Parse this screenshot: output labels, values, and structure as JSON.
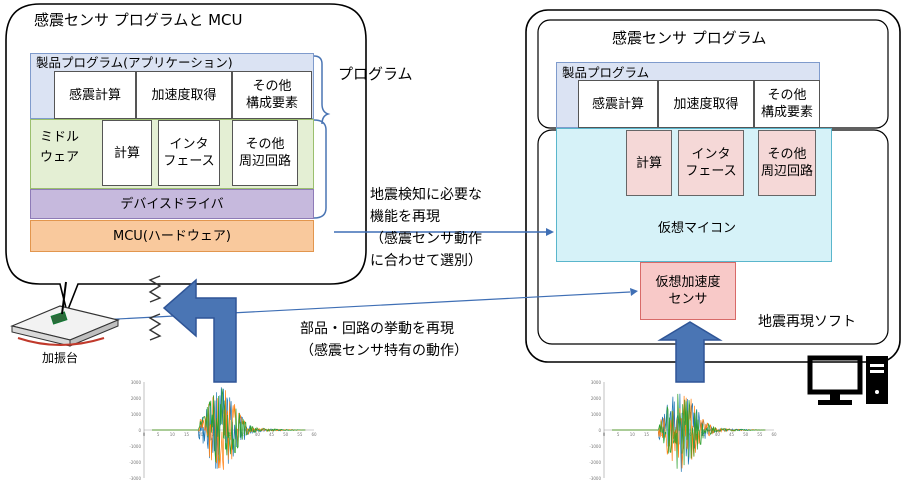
{
  "left_panel": {
    "title": "感震センサ プログラムと MCU",
    "app_layer": "製品プログラム(アプリケーション)",
    "app_items": [
      "感震計算",
      "加速度取得",
      "その他\n構成要素"
    ],
    "middleware_label": "ミドル\nウェア",
    "middle_items": [
      "計算",
      "インタ\nフェース",
      "その他\n周辺回路"
    ],
    "driver_layer": "デバイスドライバ",
    "mcu_layer": "MCU(ハードウェア)",
    "program_label": "プログラム",
    "colors": {
      "app": "#dbe3f3",
      "middleware": "#e4efd4",
      "driver": "#c6b9dd",
      "mcu": "#f9c99d"
    }
  },
  "right_panel": {
    "title": "感震センサ プログラム",
    "app_layer": "製品プログラム",
    "app_items": [
      "感震計算",
      "加速度取得",
      "その他\n構成要素"
    ],
    "vmcu_items": [
      "計算",
      "インタ\nフェース",
      "その他\n周辺回路"
    ],
    "vmcu_label": "仮想マイコン",
    "vsensor_label": "仮想加速度\nセンサ",
    "software_label": "地震再現ソフト",
    "colors": {
      "vmcu": "#d6f2f8",
      "vsensor": "#f8c9c8"
    }
  },
  "annotations": {
    "reproduce_text": "地震検知に必要な\n機能を再現\n（感震センサ動作\nに合わせて選別）",
    "behavior_text": "部品・回路の挙動を再現\n（感震センサ特有の動作）",
    "shaker_label": "加振台"
  },
  "waveform_left": {
    "ytick_labels": [
      "3000",
      "2000",
      "1000",
      "0",
      "-1000",
      "-2000",
      "-3000"
    ],
    "xtick_labels": [
      "0",
      "5",
      "10",
      "15",
      "20",
      "25",
      "30",
      "35",
      "40",
      "45",
      "50",
      "55",
      "60"
    ]
  },
  "waveform_right": {
    "ytick_labels": [
      "3000",
      "2000",
      "1000",
      "0",
      "-1000",
      "-2000",
      "-3000"
    ],
    "xtick_labels": [
      "0",
      "5",
      "10",
      "15",
      "20",
      "25",
      "30",
      "35",
      "40",
      "45",
      "50",
      "55",
      "60"
    ]
  },
  "arrow_color": "#4a75b4"
}
